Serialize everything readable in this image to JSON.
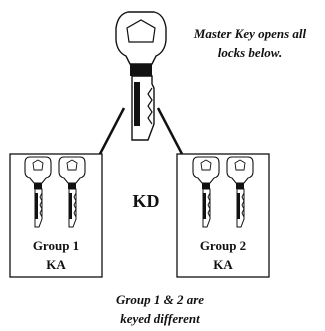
{
  "master": {
    "note_line1": "Master Key opens all",
    "note_line2": "locks below."
  },
  "center_label": "KD",
  "groups": [
    {
      "line1": "Group 1",
      "line2": "KA"
    },
    {
      "line1": "Group 2",
      "line2": "KA"
    }
  ],
  "footer": {
    "line1": "Group 1 & 2 are",
    "line2": "keyed different"
  }
}
